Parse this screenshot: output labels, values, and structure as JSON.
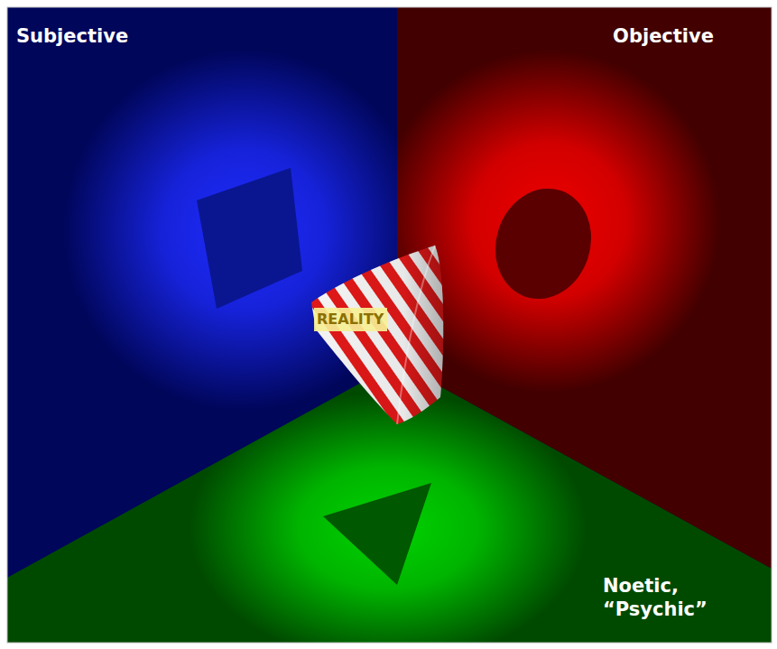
{
  "diagram": {
    "nodes": [
      {
        "text": [
          "REALITY"
        ]
      }
    ],
    "labels": [
      "Subjective",
      "Objective",
      "Noetic, “Psychic”"
    ]
  }
}
